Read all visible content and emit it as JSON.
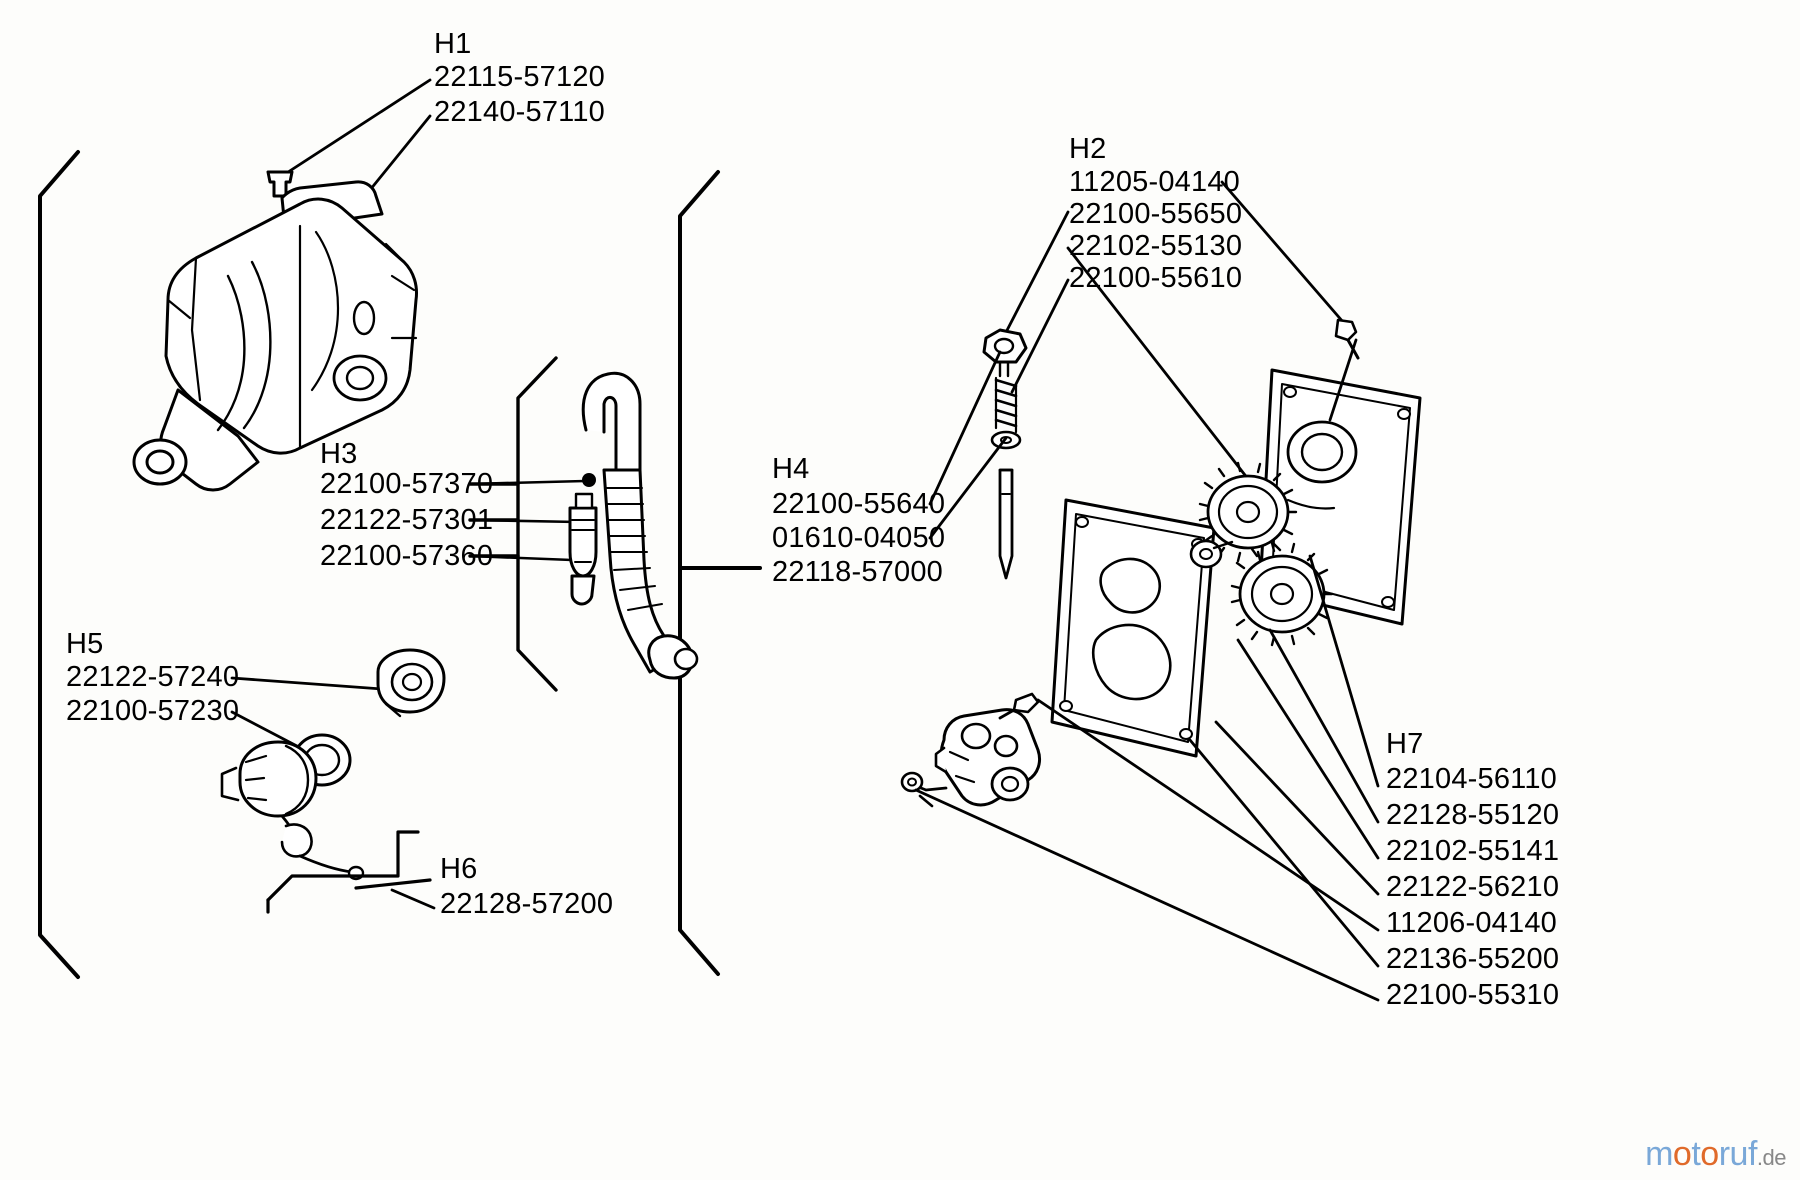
{
  "diagram": {
    "title": "Parts exploded view",
    "background_color": "#fdfdfb",
    "ink_color": "#000000"
  },
  "groups": [
    {
      "id": "H1",
      "label": "H1",
      "parts": [
        "22115-57120",
        "22140-57110"
      ]
    },
    {
      "id": "H2",
      "label": "H2",
      "parts": [
        "11205-04140",
        "22100-55650",
        "22102-55130",
        "22100-55610"
      ]
    },
    {
      "id": "H3",
      "label": "H3",
      "parts": [
        "22100-57370",
        "22122-57301",
        "22100-57360"
      ]
    },
    {
      "id": "H4",
      "label": "H4",
      "parts": [
        "22100-55640",
        "01610-04050",
        "22118-57000"
      ]
    },
    {
      "id": "H5",
      "label": "H5",
      "parts": [
        "22122-57240",
        "22100-57230"
      ]
    },
    {
      "id": "H6",
      "label": "H6",
      "parts": [
        "22128-57200"
      ]
    },
    {
      "id": "H7",
      "label": "H7",
      "parts": [
        "22104-56110",
        "22128-55120",
        "22102-55141",
        "22122-56210",
        "11206-04140",
        "22136-55200",
        "22100-55310"
      ]
    }
  ],
  "watermark": {
    "brand": "motoruf",
    "tld": ".de",
    "color_blue": "#7aa8d8",
    "color_orange": "#e06a2a"
  }
}
